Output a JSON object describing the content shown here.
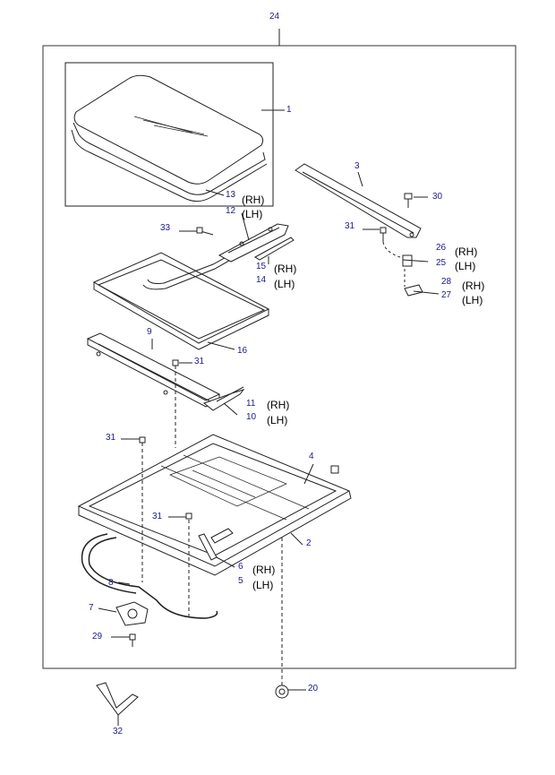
{
  "callouts": [
    {
      "id": "c24",
      "text": "24"
    },
    {
      "id": "c1",
      "text": "1"
    },
    {
      "id": "c13",
      "text": "13"
    },
    {
      "id": "c12",
      "text": "12"
    },
    {
      "id": "c33",
      "text": "33"
    },
    {
      "id": "c15",
      "text": "15"
    },
    {
      "id": "c14",
      "text": "14"
    },
    {
      "id": "c16",
      "text": "16"
    },
    {
      "id": "c9",
      "text": "9"
    },
    {
      "id": "c31a",
      "text": "31"
    },
    {
      "id": "c11",
      "text": "11"
    },
    {
      "id": "c10",
      "text": "10"
    },
    {
      "id": "c3",
      "text": "3"
    },
    {
      "id": "c30",
      "text": "30"
    },
    {
      "id": "c31b",
      "text": "31"
    },
    {
      "id": "c26",
      "text": "26"
    },
    {
      "id": "c25",
      "text": "25"
    },
    {
      "id": "c28",
      "text": "28"
    },
    {
      "id": "c27",
      "text": "27"
    },
    {
      "id": "c31c",
      "text": "31"
    },
    {
      "id": "c4",
      "text": "4"
    },
    {
      "id": "c31d",
      "text": "31"
    },
    {
      "id": "c2",
      "text": "2"
    },
    {
      "id": "c6",
      "text": "6"
    },
    {
      "id": "c5",
      "text": "5"
    },
    {
      "id": "c8",
      "text": "8"
    },
    {
      "id": "c7",
      "text": "7"
    },
    {
      "id": "c29",
      "text": "29"
    },
    {
      "id": "c20",
      "text": "20"
    },
    {
      "id": "c32",
      "text": "32"
    }
  ],
  "side_labels": [
    {
      "id": "s12",
      "text": "(RH)"
    },
    {
      "id": "s12b",
      "text": "(LH)"
    },
    {
      "id": "s15",
      "text": "(RH)"
    },
    {
      "id": "s14",
      "text": "(LH)"
    },
    {
      "id": "s11",
      "text": "(RH)"
    },
    {
      "id": "s10",
      "text": "(LH)"
    },
    {
      "id": "s26",
      "text": "(RH)"
    },
    {
      "id": "s25",
      "text": "(LH)"
    },
    {
      "id": "s28",
      "text": "(RH)"
    },
    {
      "id": "s27",
      "text": "(LH)"
    },
    {
      "id": "s6",
      "text": "(RH)"
    },
    {
      "id": "s5",
      "text": "(LH)"
    }
  ]
}
